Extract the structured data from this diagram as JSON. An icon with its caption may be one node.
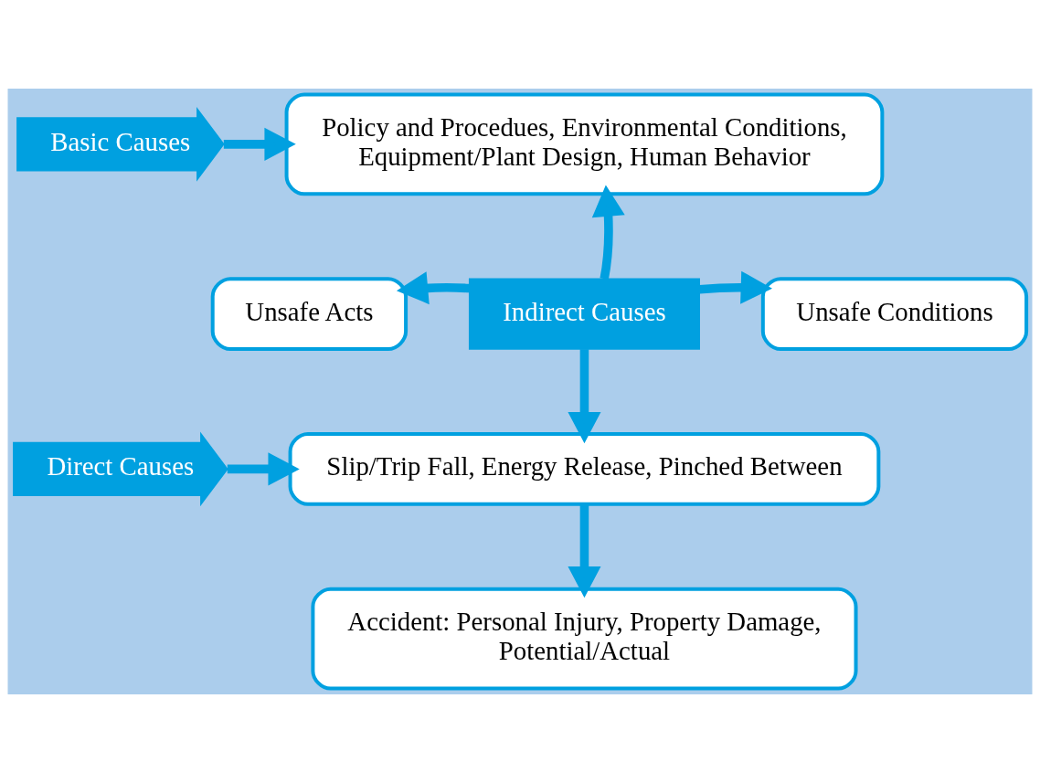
{
  "diagram": {
    "nodes": [
      {
        "text": [
          "Basic Causes"
        ]
      },
      {
        "text": [
          "Policy and Procedues, Environmental Conditions, Equipment/Plant Design, Human Behavior"
        ]
      },
      {
        "text": [
          "Indirect Causes"
        ]
      },
      {
        "text": [
          "Unsafe Acts"
        ]
      },
      {
        "text": [
          "Unsafe Conditions"
        ]
      },
      {
        "text": [
          "Direct Causes"
        ]
      },
      {
        "text": [
          "Slip/Trip Fall, Energy Release, Pinched Between"
        ]
      },
      {
        "text": [
          "Accident: Personal Injury, Property Damage, Potential/Actual"
        ]
      }
    ],
    "edges": [
      {
        "from": 0,
        "to": 1,
        "arrow": "to"
      },
      {
        "from": 2,
        "to": 1,
        "arrow": "to"
      },
      {
        "from": 2,
        "to": 3,
        "arrow": "to"
      },
      {
        "from": 2,
        "to": 4,
        "arrow": "to"
      },
      {
        "from": 2,
        "to": 6,
        "arrow": "to"
      },
      {
        "from": 5,
        "to": 6,
        "arrow": "to"
      },
      {
        "from": 6,
        "to": 7,
        "arrow": "to"
      }
    ]
  }
}
